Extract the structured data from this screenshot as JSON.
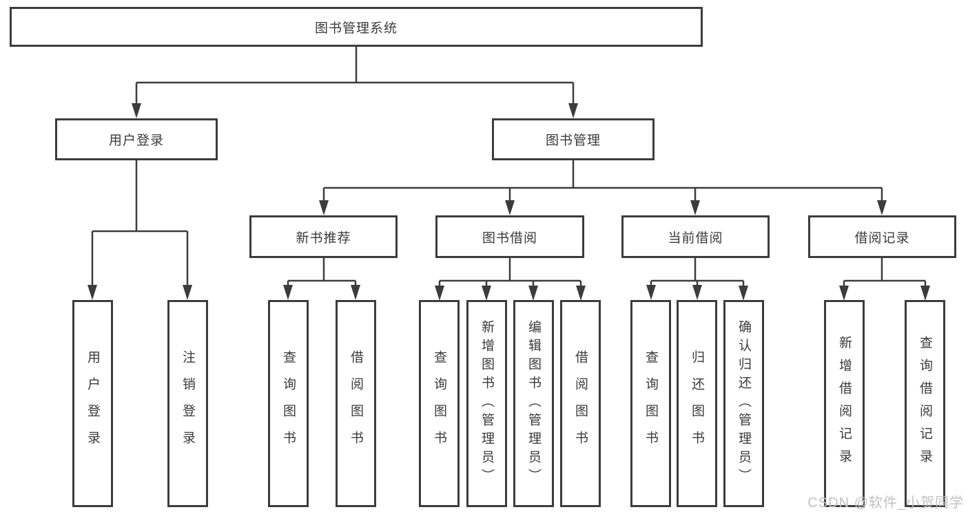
{
  "nodes": {
    "root": {
      "label": "图书管理系统"
    },
    "level2": [
      {
        "label": "用户登录"
      },
      {
        "label": "图书管理"
      }
    ],
    "level3": [
      {
        "label": "新书推荐"
      },
      {
        "label": "图书借阅"
      },
      {
        "label": "当前借阅"
      },
      {
        "label": "借阅记录"
      }
    ],
    "leaves": [
      {
        "label": "用户登录"
      },
      {
        "label": "注销登录"
      },
      {
        "label": "查询图书"
      },
      {
        "label": "借阅图书"
      },
      {
        "label": "查询图书"
      },
      {
        "label": "新增图书（管理员）"
      },
      {
        "label": "编辑图书（管理员）"
      },
      {
        "label": "借阅图书"
      },
      {
        "label": "查询图书"
      },
      {
        "label": "归还图书"
      },
      {
        "label": "确认归还（管理员）"
      },
      {
        "label": "新增借阅记录"
      },
      {
        "label": "查询借阅记录"
      }
    ]
  },
  "colors": {
    "line": "#3c3c3c",
    "text": "#3a3a3a",
    "background": "#ffffff",
    "watermark": "#c0c0c0"
  },
  "watermark": {
    "text": "CSDN @软件_小贺同学"
  }
}
